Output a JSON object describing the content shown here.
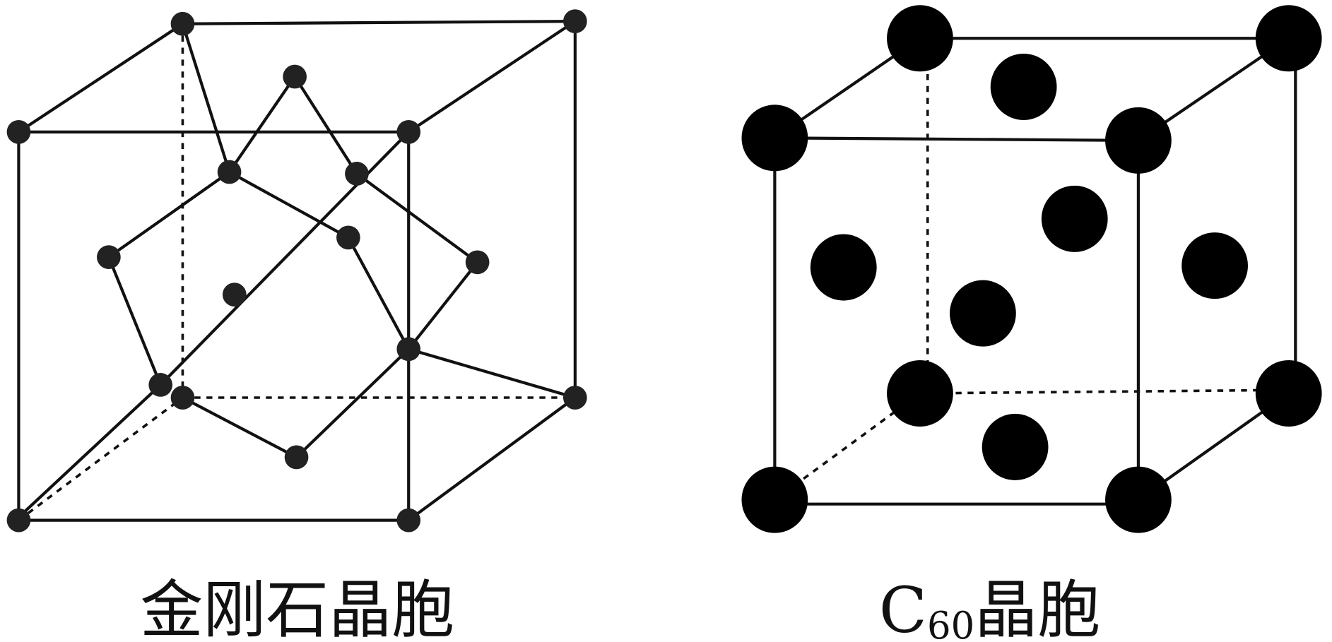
{
  "diamond": {
    "label": "金刚石晶胞"
  },
  "c60": {
    "label_main": "C",
    "label_sub": "60",
    "label_rest": "晶胞"
  }
}
